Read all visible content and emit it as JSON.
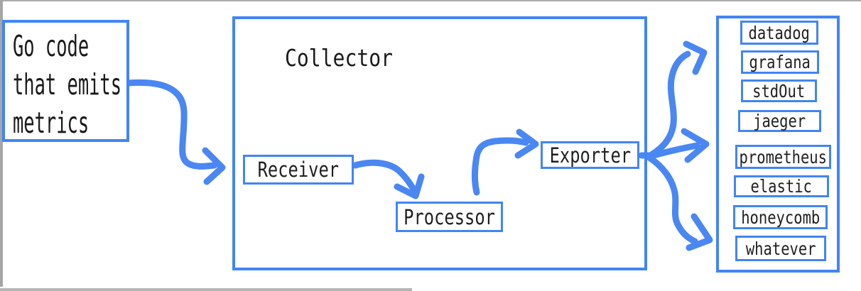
{
  "colors": {
    "box_border_blue": "#4285f4",
    "arrow_blue": "#4a87f2",
    "text": "#1a1a1a",
    "edge_gray": "#a6a6a6"
  },
  "source_box": {
    "lines": [
      "Go code",
      "that emits",
      "metrics"
    ]
  },
  "collector": {
    "title": "Collector",
    "receiver": "Receiver",
    "processor": "Processor",
    "exporter": "Exporter"
  },
  "destinations": {
    "items": [
      "datadog",
      "grafana",
      "stdOut",
      "jaeger",
      "prometheus",
      "elastic",
      "honeycomb",
      "whatever"
    ]
  }
}
